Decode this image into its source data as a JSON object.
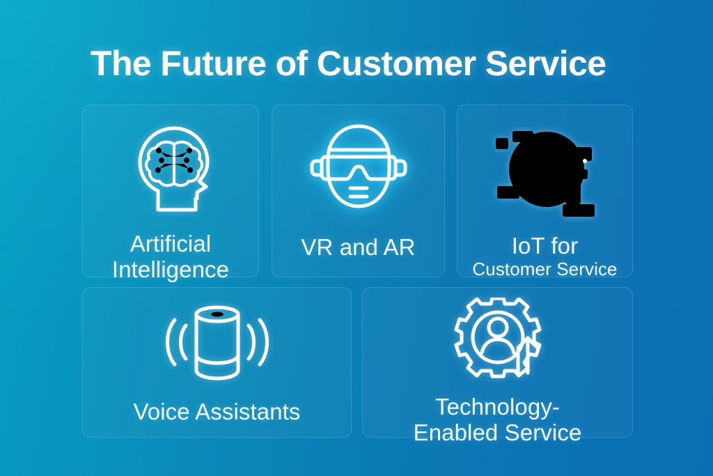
{
  "page": {
    "title": "The Future of Customer Service",
    "background": {
      "from": "#07a0c3",
      "to": "#0a6fb2",
      "direction": "left-to-right-diagonal"
    },
    "text_color": "#f2fbff",
    "accent_glow": "#3cdcff"
  },
  "cards": [
    {
      "id": "artificial-intelligence",
      "icon": "ai-head-brain-icon",
      "label_primary": "Artificial",
      "label_secondary": "Intelligence",
      "label_full": "Artificial Intelligence",
      "glow": "soft",
      "row": 1,
      "column": 1
    },
    {
      "id": "vr-and-ar",
      "icon": "vr-headset-icon",
      "label_primary": "VR and AR",
      "label_secondary": "",
      "label_full": "VR and AR",
      "glow": "strong",
      "row": 1,
      "column": 2
    },
    {
      "id": "iot-for-customer-service",
      "icon": "iot-globe-devices-icon",
      "label_primary": "IoT for",
      "label_secondary": "Customer Service",
      "label_full": "IoT for Customer Service",
      "glow": "soft",
      "row": 1,
      "column": 3
    },
    {
      "id": "voice-assistants",
      "icon": "smart-speaker-icon",
      "label_primary": "Voice Assistants",
      "label_secondary": "",
      "label_full": "Voice Assistants",
      "glow": "soft",
      "row": 2,
      "column": 1
    },
    {
      "id": "technology-enabled-service",
      "icon": "gear-person-arrow-icon",
      "label_primary": "Technology-",
      "label_secondary": "Enabled Service",
      "label_full": "Technology-Enabled Service",
      "glow": "soft",
      "row": 2,
      "column": 2
    }
  ]
}
